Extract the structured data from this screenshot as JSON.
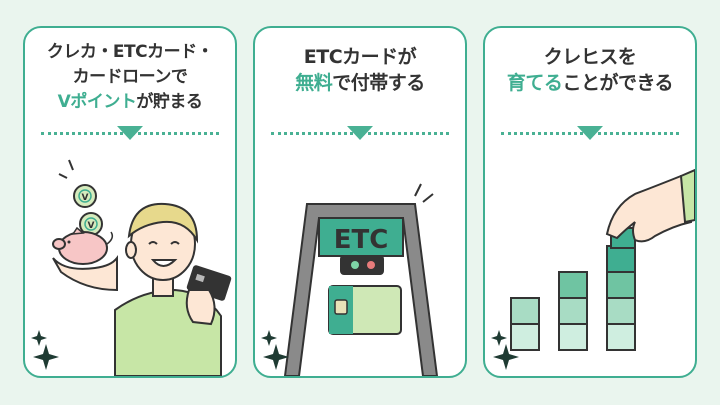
{
  "panels": [
    {
      "title_line1": "クレカ・ETCカード・",
      "title_line2": "カードローンで",
      "title_line3_highlight": "Vポイント",
      "title_line3_rest": "が貯まる",
      "icons": [
        "coin-icon",
        "piggy-bank-icon",
        "credit-card-icon",
        "sparkle-icon"
      ]
    },
    {
      "title_line1": "ETCカードが",
      "title_line2_highlight": "無料",
      "title_line2_rest": "で付帯する",
      "gate_label": "ETC",
      "icons": [
        "etc-gate-icon",
        "etc-card-icon",
        "sparkle-icon"
      ]
    },
    {
      "title_line1": "クレヒスを",
      "title_line2_highlight": "育てる",
      "title_line2_rest": "ことができる",
      "icons": [
        "hand-icon",
        "block-stack-icon",
        "sparkle-icon"
      ]
    }
  ],
  "colors": {
    "background": "#eaf5ee",
    "accent": "#3fae91",
    "text": "#333333",
    "light_green": "#cfe8b6"
  }
}
